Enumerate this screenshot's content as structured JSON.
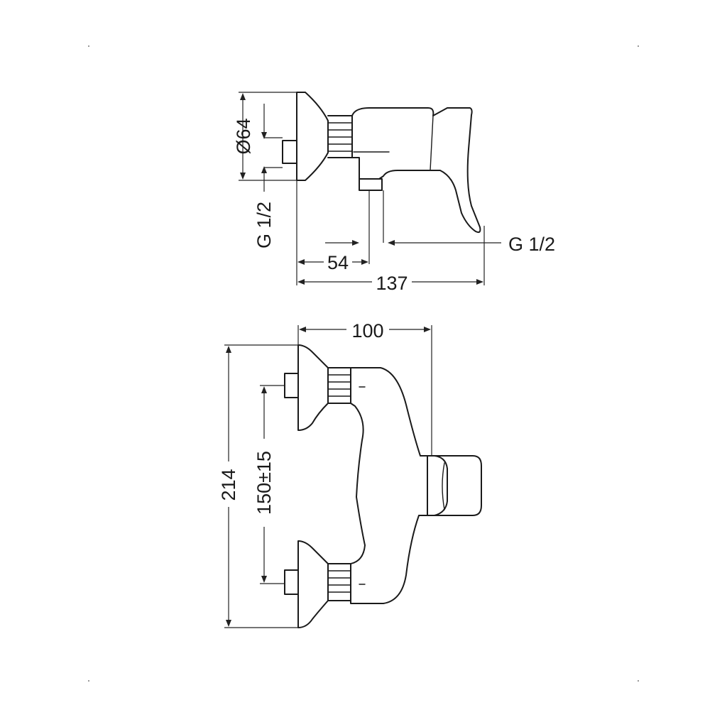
{
  "labels": {
    "diameter": "Ø64",
    "thread_left": "G 1/2",
    "thread_right": "G 1/2",
    "inlet_offset": "54",
    "total_depth": "137",
    "body_width": "100",
    "total_height": "214",
    "inlet_spacing": "150±15"
  },
  "colors": {
    "line": "#1a1a1a",
    "background": "#ffffff"
  }
}
